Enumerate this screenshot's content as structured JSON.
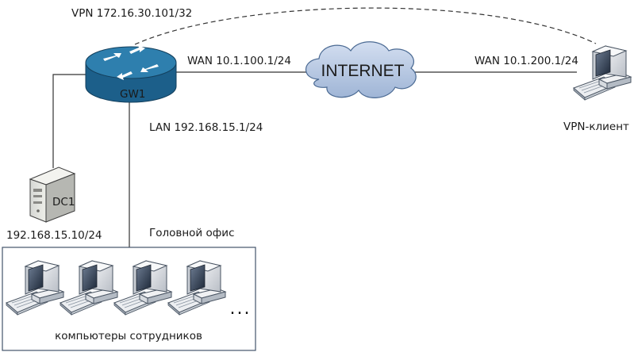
{
  "colors": {
    "line": "#333333",
    "router_top": "#2e7fae",
    "router_side": "#1c5f8a",
    "cloud": "#b9cbe3",
    "box_border": "#44546a"
  },
  "labels": {
    "vpn_tunnel": "VPN 172.16.30.101/32",
    "gw1_wan": "WAN 10.1.100.1/24",
    "internet": "INTERNET",
    "client_wan": "WAN 10.1.200.1/24",
    "vpn_client": "VPN-клиент",
    "gw1": "GW1",
    "gw1_lan": "LAN 192.168.15.1/24",
    "dc1": "DC1",
    "dc1_ip": "192.168.15.10/24",
    "head_office": "Головной офис",
    "staff_pcs": "компьютеры сотрудников",
    "more": "..."
  },
  "icons": {
    "router": "router-icon",
    "cloud": "cloud-icon",
    "server": "server-icon",
    "pc": "desktop-computer-icon"
  }
}
